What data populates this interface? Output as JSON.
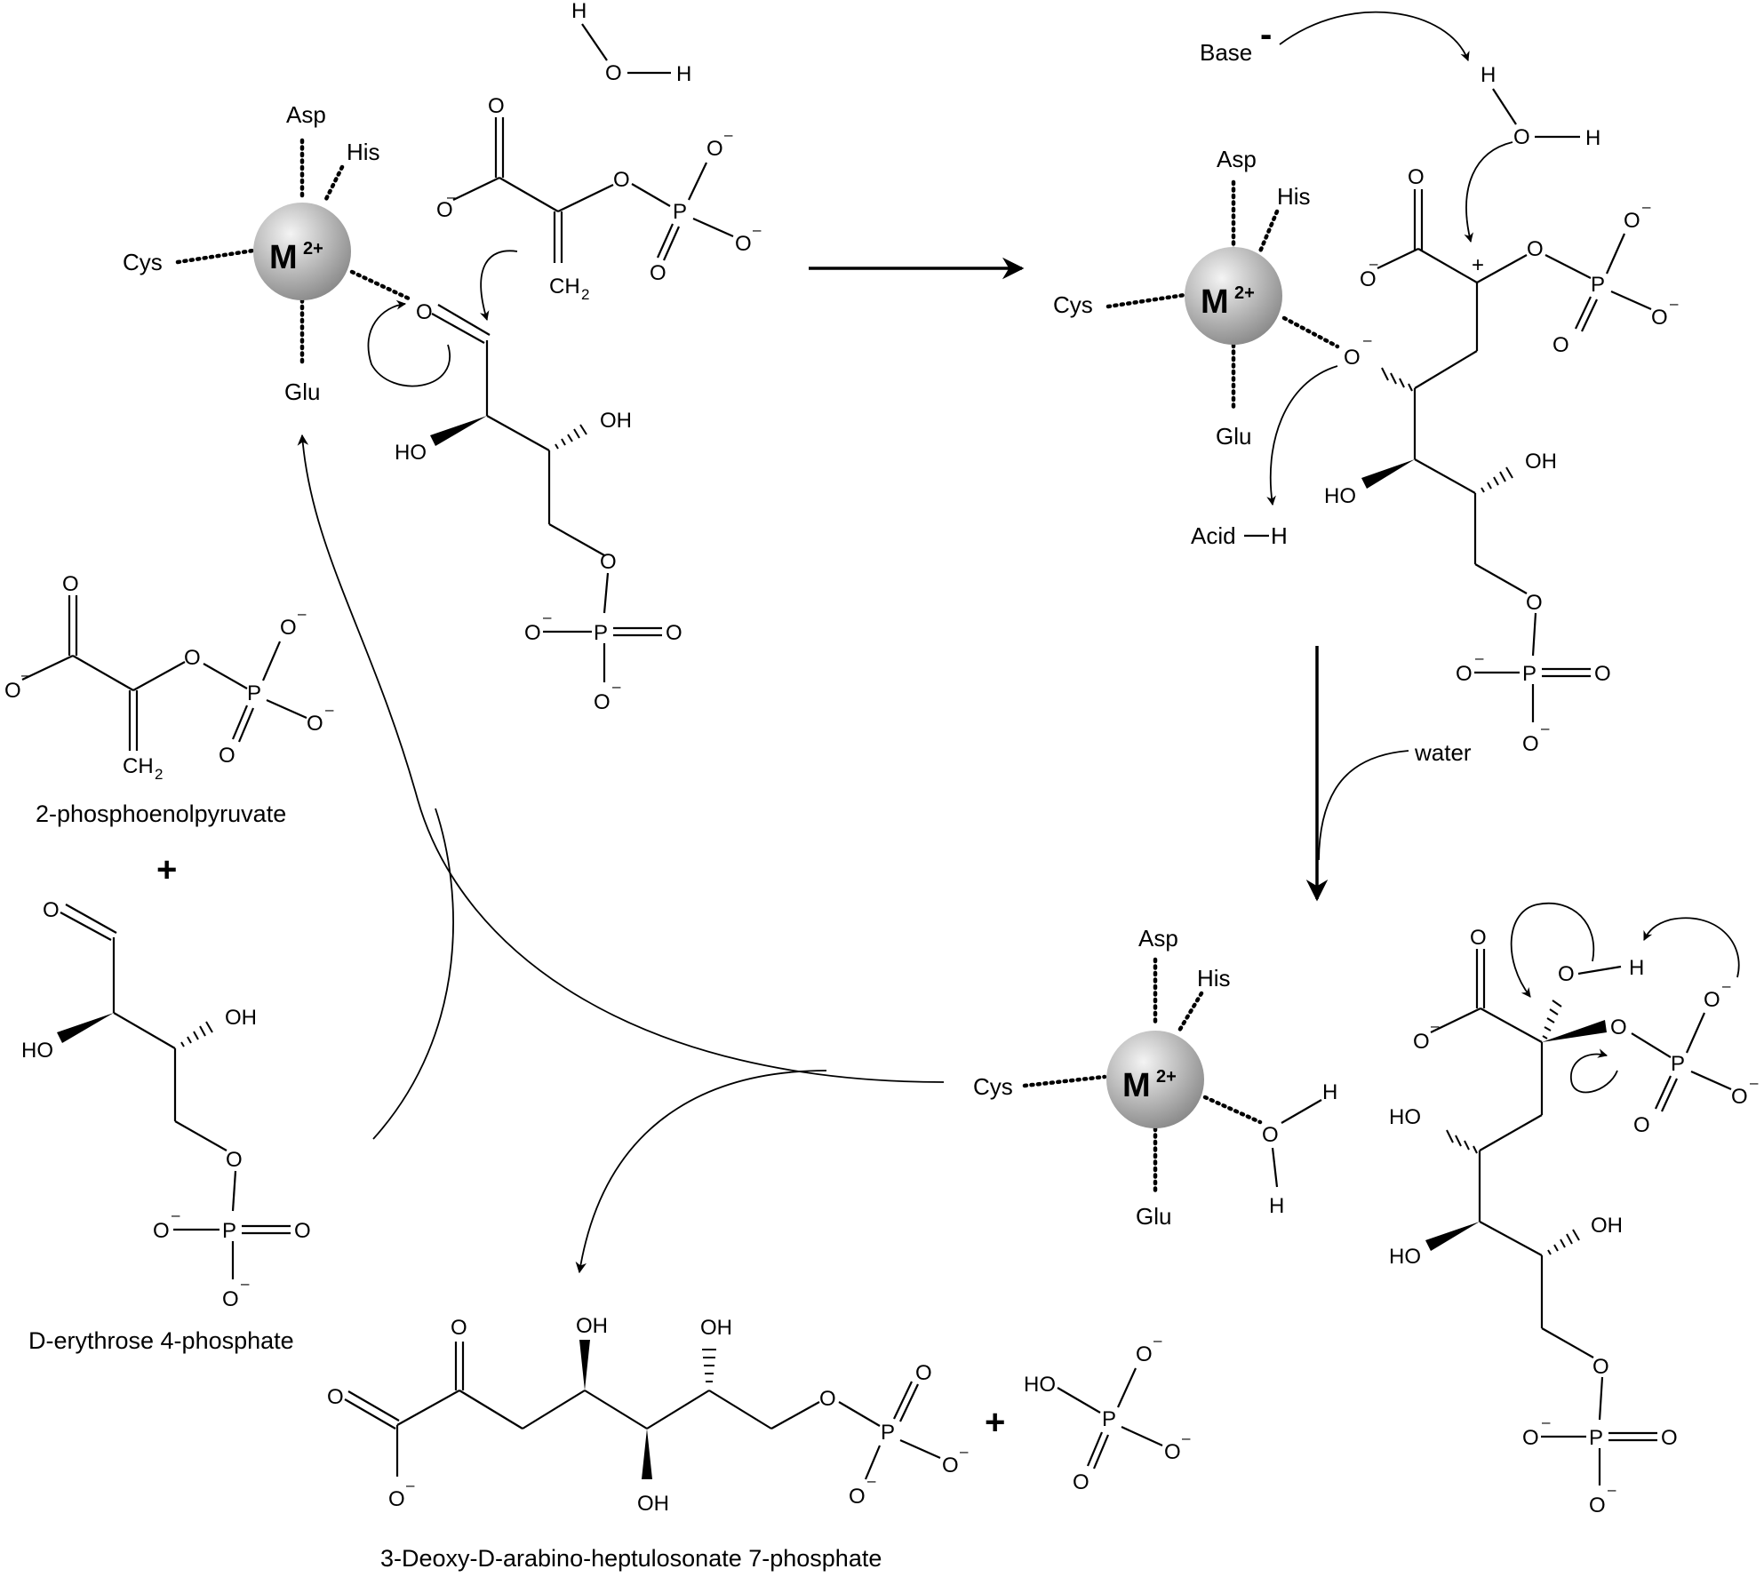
{
  "colors": {
    "background": "#ffffff",
    "ink": "#000000",
    "metal_light": "#f2f2f2",
    "metal_dark": "#8c8c8c"
  },
  "metal": {
    "symbol": "M",
    "charge": "2+"
  },
  "ligands": {
    "asp": "Asp",
    "his": "His",
    "cys": "Cys",
    "glu": "Glu"
  },
  "atoms": {
    "o": "O",
    "h": "H",
    "p": "P",
    "oh": "OH",
    "ho": "HO",
    "ch2": "CH",
    "ch2_sub": "2",
    "minus": "–",
    "plus": "+"
  },
  "reagents": {
    "base": "Base",
    "base_charge": "-",
    "acid": "Acid",
    "acid_h": "H",
    "water": "water"
  },
  "captions": {
    "pep": "2-phosphoenolpyruvate",
    "e4p": "D-erythrose 4-phosphate",
    "dahp": "3-Deoxy-D-arabino-heptulosonate 7-phosphate",
    "plus": "+"
  }
}
